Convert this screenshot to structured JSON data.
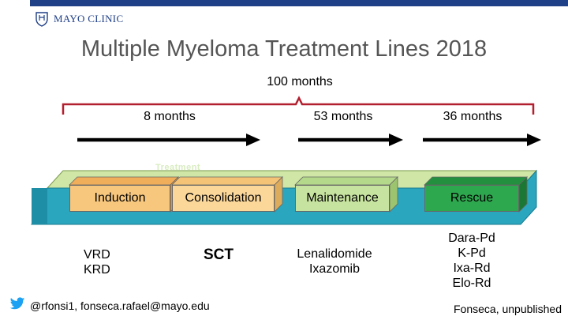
{
  "logo": {
    "text": "MAYO CLINIC"
  },
  "title": "Multiple Myeloma Treatment Lines 2018",
  "timeline": {
    "total": "100 months",
    "segments": [
      "8 months",
      "53 months",
      "36 months"
    ]
  },
  "ghost_label": "Treatment",
  "phases": {
    "induction": "Induction",
    "consolidation": "Consolidation",
    "maintenance": "Maintenance",
    "rescue": "Rescue"
  },
  "regimens": {
    "induction": [
      "VRD",
      "KRD"
    ],
    "consolidation": "SCT",
    "maintenance": [
      "Lenalidomide",
      "Ixazomib"
    ],
    "rescue": [
      "Dara-Pd",
      "K-Pd",
      "Ixa-Rd",
      "Elo-Rd"
    ]
  },
  "footer": {
    "contact": "@rfonsi1, fonseca.rafael@mayo.edu",
    "credit": "Fonseca, unpublished"
  },
  "colors": {
    "header_bar": "#1f3f86",
    "title_text": "#555555",
    "bracket": "#b21f2e",
    "platform_top": "#cfe6a6",
    "platform_front": "#2aa6bf",
    "induction": "#f7c77e",
    "consolidation": "#fbd79a",
    "maintenance": "#c7e3a0",
    "rescue": "#2ea84f",
    "twitter": "#1da1f2"
  },
  "icons": {
    "logo": "mayo-shield-icon",
    "twitter": "twitter-bird-icon"
  }
}
